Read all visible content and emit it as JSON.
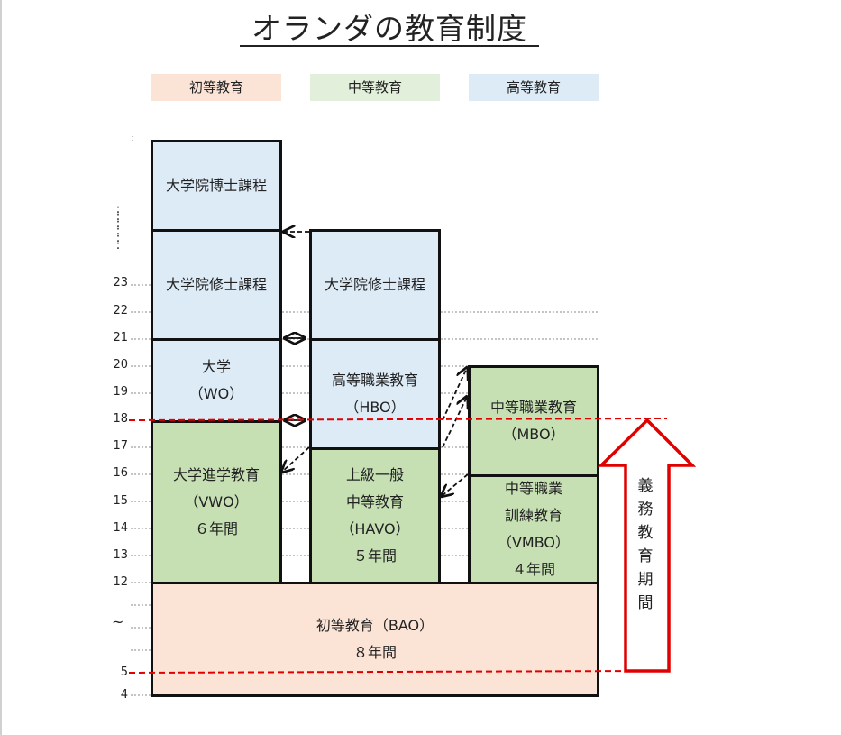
{
  "title": "オランダの教育制度",
  "legend": {
    "primary": "初等教育",
    "secondary": "中等教育",
    "higher": "高等教育"
  },
  "ages": [
    "23",
    "22",
    "21",
    "20",
    "19",
    "18",
    "17",
    "16",
    "15",
    "14",
    "13",
    "12",
    "5",
    "4"
  ],
  "ellipsis": "・・・・・・",
  "tilde": "~",
  "boxes": {
    "doctoral": {
      "line1": "大学院博士課程"
    },
    "wo_master": {
      "line1": "大学院修士課程"
    },
    "university": {
      "line1": "大学",
      "line2": "（WO）"
    },
    "vwo": {
      "line1": "大学進学教育",
      "line2": "（VWO）",
      "line3": "６年間"
    },
    "hbo_master": {
      "line1": "大学院修士課程"
    },
    "hbo": {
      "line1": "高等職業教育",
      "line2": "（HBO）"
    },
    "havo": {
      "line1": "上級一般",
      "line2": "中等教育",
      "line3": "（HAVO）",
      "line4": "５年間"
    },
    "mbo": {
      "line1": "中等職業教育",
      "line2": "（MBO）"
    },
    "vmbo": {
      "line1": "中等職業",
      "line2": "訓練教育",
      "line3": "（VMBO）",
      "line4": "４年間"
    },
    "bao": {
      "line1": "初等教育（BAO）",
      "line2": "８年間"
    }
  },
  "compulsory_label": [
    "義",
    "務",
    "教",
    "育",
    "期",
    "間"
  ],
  "colors": {
    "primary": "#fbe3d6",
    "secondary": "#c6e0b4",
    "higher": "#ddebf7",
    "compulsory_arrow": "#e00000",
    "compulsory_line": "#e00000"
  }
}
